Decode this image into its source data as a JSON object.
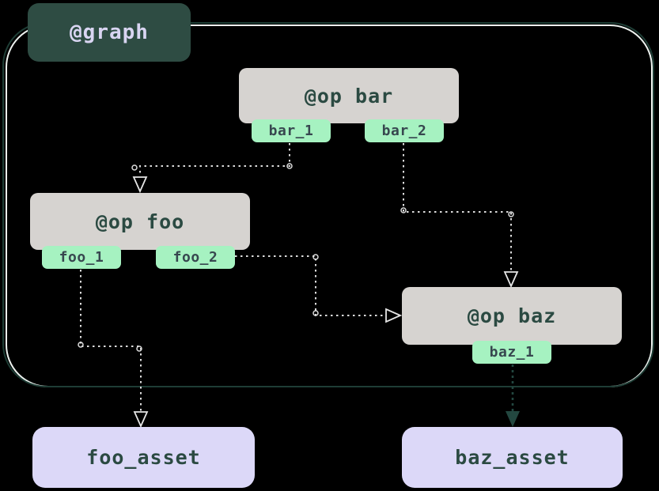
{
  "diagram": {
    "graph_label": "@graph",
    "ops": [
      {
        "name": "@op bar",
        "outputs": [
          "bar_1",
          "bar_2"
        ]
      },
      {
        "name": "@op foo",
        "outputs": [
          "foo_1",
          "foo_2"
        ]
      },
      {
        "name": "@op baz",
        "outputs": [
          "baz_1"
        ]
      }
    ],
    "assets": [
      {
        "name": "foo_asset"
      },
      {
        "name": "baz_asset"
      }
    ],
    "edges": [
      {
        "from": "bar_1",
        "to": "@op foo",
        "style": "dotted-light"
      },
      {
        "from": "bar_2",
        "to": "@op baz",
        "style": "dotted-light"
      },
      {
        "from": "foo_2",
        "to": "@op baz",
        "style": "dotted-light"
      },
      {
        "from": "foo_1",
        "to": "foo_asset",
        "style": "dotted-light"
      },
      {
        "from": "baz_1",
        "to": "baz_asset",
        "style": "dotted-dark"
      }
    ],
    "colors": {
      "background": "#000000",
      "graph_label_fill": "#2e4c43",
      "graph_label_text": "#d9d5f2",
      "graph_border": "#1e3d35",
      "graph_border_highlight": "#eef3f0",
      "op_fill": "#d6d3d0",
      "op_text": "#2b4a42",
      "output_tag_fill": "#a6f2c1",
      "output_tag_text": "#37474f",
      "asset_fill": "#dcd8f8",
      "asset_text": "#2b4a42",
      "edge_light": "#dcdcdc",
      "edge_dark": "#234740"
    }
  }
}
